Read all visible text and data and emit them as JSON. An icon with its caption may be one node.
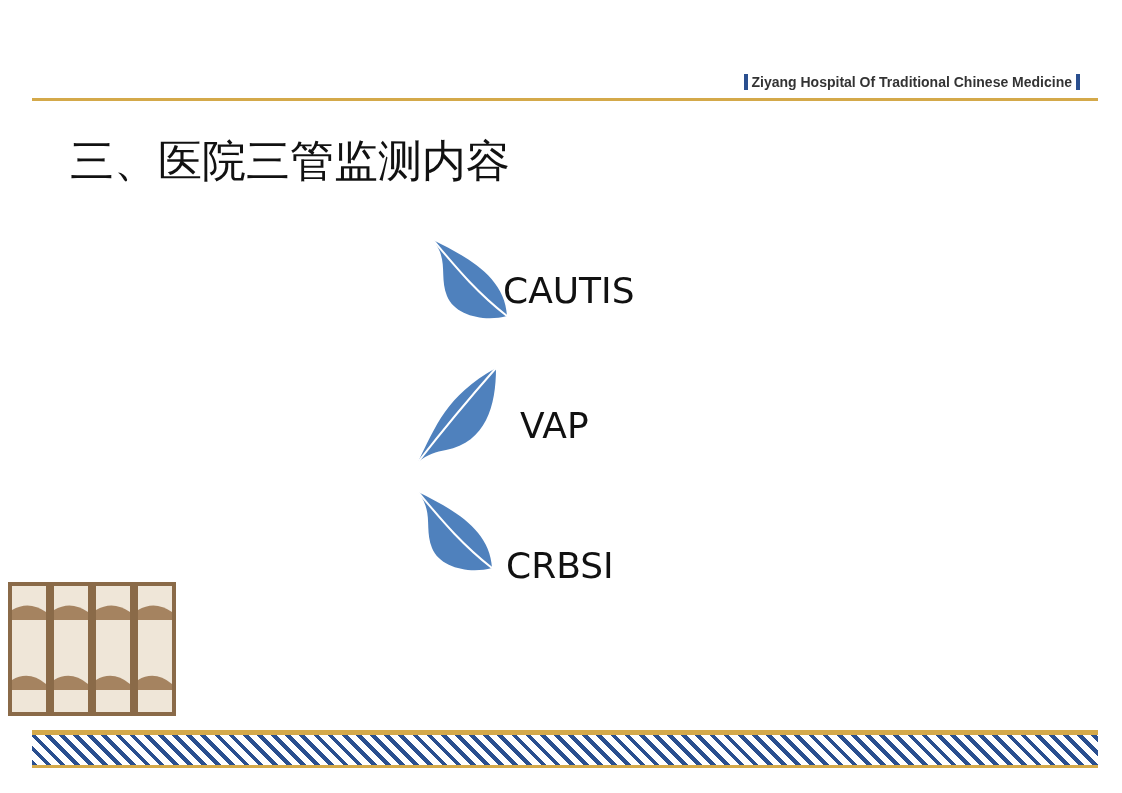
{
  "diagram": {
    "title": "三、医院三管监测内容",
    "labels": [
      "Ziyang Hospital Of Traditional Chinese Medicine",
      "CAUTIS",
      "VAP",
      "CRBSI"
    ]
  }
}
